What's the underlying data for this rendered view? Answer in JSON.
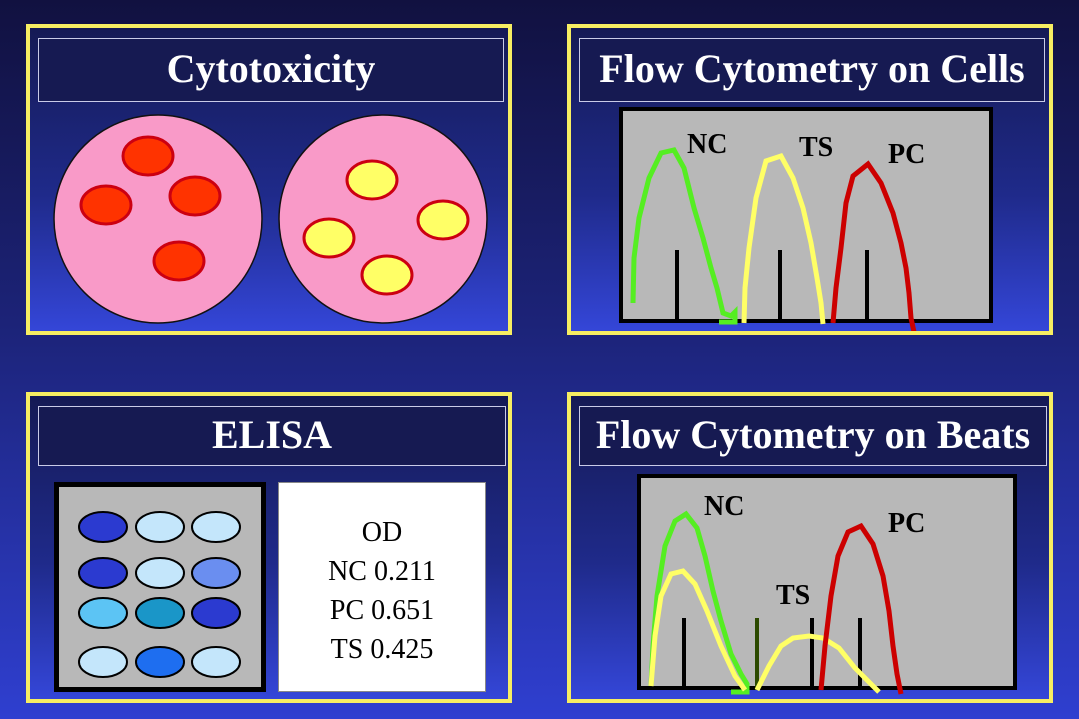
{
  "panels": {
    "cytotoxicity": {
      "title": "Cytotoxicity"
    },
    "flow_cells": {
      "title": "Flow Cytometry on Cells",
      "labels": {
        "nc": "NC",
        "ts": "TS",
        "pc": "PC"
      }
    },
    "elisa": {
      "title": "ELISA",
      "od_header": "OD",
      "od_rows": [
        "NC 0.211",
        "PC 0.651",
        "TS 0.425"
      ]
    },
    "flow_beats": {
      "title": "Flow Cytometry on Beats",
      "labels": {
        "nc": "NC",
        "ts": "TS",
        "pc": "PC"
      }
    }
  },
  "colors": {
    "frame": "#f7ee62",
    "dish": "#f99ac8",
    "cell_red": "#ff3300",
    "cell_yellow": "#ffff66",
    "cell_border": "#cc0011",
    "nc_curve": "#55ee22",
    "ts_curve": "#ffff66",
    "pc_curve": "#cc0000"
  },
  "elisa_wells": [
    [
      "#2b3ad0",
      "#c4e6fb",
      "#c4e6fb"
    ],
    [
      "#2b3ad0",
      "#c4e6fb",
      "#6a8ef0"
    ],
    [
      "#5cc4f4",
      "#1a96c8",
      "#2b3ad0"
    ],
    [
      "#c4e6fb",
      "#1e6ef0",
      "#c4e6fb"
    ]
  ]
}
